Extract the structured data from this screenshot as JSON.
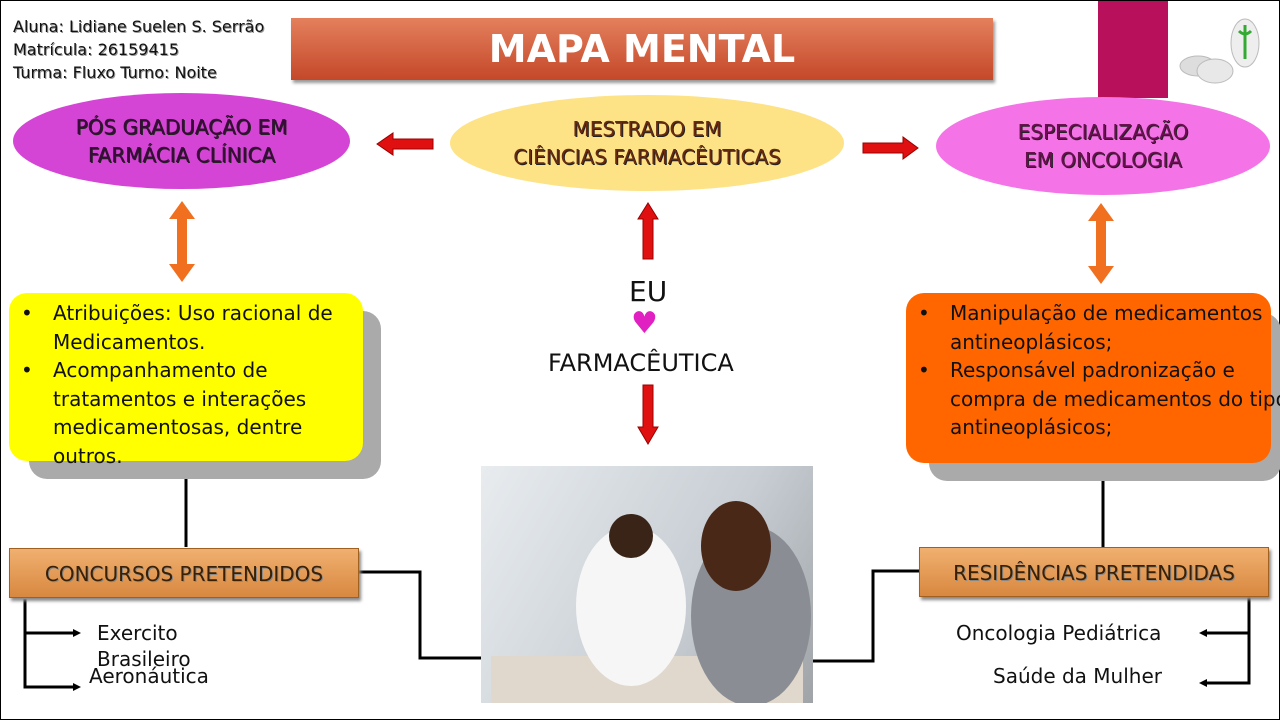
{
  "student": {
    "name": "Aluna: Lidiane Suelen S. Serrão",
    "matricula": "Matrícula: 26159415",
    "turma": "Turma: Fluxo   Turno: Noite"
  },
  "title": "MAPA MENTAL",
  "nodes": {
    "pos": {
      "line1": "PÓS GRADUAÇÃO EM",
      "line2": "FARMÁCIA CLÍNICA"
    },
    "mestrado": {
      "line1": "MESTRADO EM",
      "line2": "CIÊNCIAS FARMACÊUTICAS"
    },
    "espec": {
      "line1": "ESPECIALIZAÇÃO",
      "line2": "EM  ONCOLOGIA"
    }
  },
  "center": {
    "eu": "EU",
    "farmaceutica": "FARMACÊUTICA"
  },
  "left_box": {
    "items": [
      "Atribuições: Uso racional de  Medicamentos.",
      "Acompanhamento de tratamentos e interações medicamentosas, dentre outros."
    ]
  },
  "right_box": {
    "items": [
      "Manipulação de medicamentos antineoplásicos;",
      "Responsável padronização e compra de medicamentos do tipo antineoplásicos;"
    ]
  },
  "concursos": {
    "label": "CONCURSOS PRETENDIDOS",
    "items": [
      "Exercito Brasileiro",
      "Aeronáutica"
    ]
  },
  "residencias": {
    "label": "RESIDÊNCIAS PRETENDIDAS",
    "items": [
      "Oncologia Pediátrica",
      "Saúde da Mulher"
    ]
  },
  "colors": {
    "title": "#d05a3a",
    "pos": "#d545d5",
    "mestrado": "#fde286",
    "espec": "#f473e6",
    "left_box": "#ffff00",
    "right_box": "#ff6600"
  }
}
